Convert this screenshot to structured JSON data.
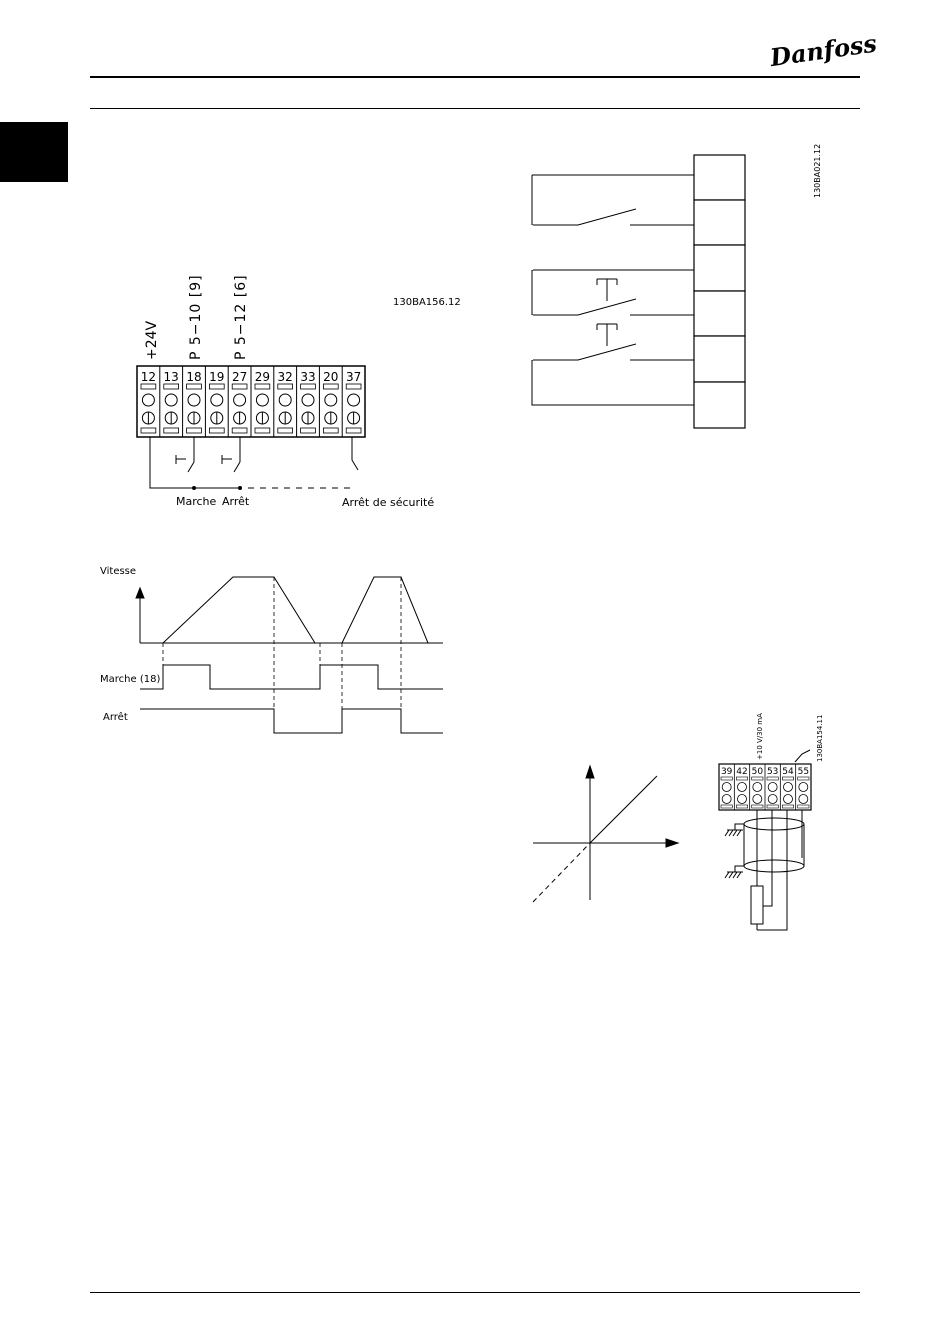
{
  "header": {
    "brand": "Danfoss"
  },
  "diagram1": {
    "ref_code": "130BA156.12",
    "vertical_labels": [
      "+24V",
      "P 5−10 [9]",
      "P 5−12 [6]"
    ],
    "terminals": [
      "12",
      "13",
      "18",
      "19",
      "27",
      "29",
      "32",
      "33",
      "20",
      "37"
    ],
    "labels": {
      "start": "Marche",
      "stop": "Arrêt",
      "safe_stop": "Arrêt de sécurité"
    }
  },
  "diagram2": {
    "speed_label": "Vitesse",
    "start_label": "Marche (18)",
    "stop_label": "Arrêt"
  },
  "diagram3": {
    "ref_code": "130BA021.12"
  },
  "diagram4": {
    "ref_code": "130BA154.11",
    "supply_label": "+10 V/30 mA",
    "terminals": [
      "39",
      "42",
      "50",
      "53",
      "54",
      "55"
    ]
  }
}
